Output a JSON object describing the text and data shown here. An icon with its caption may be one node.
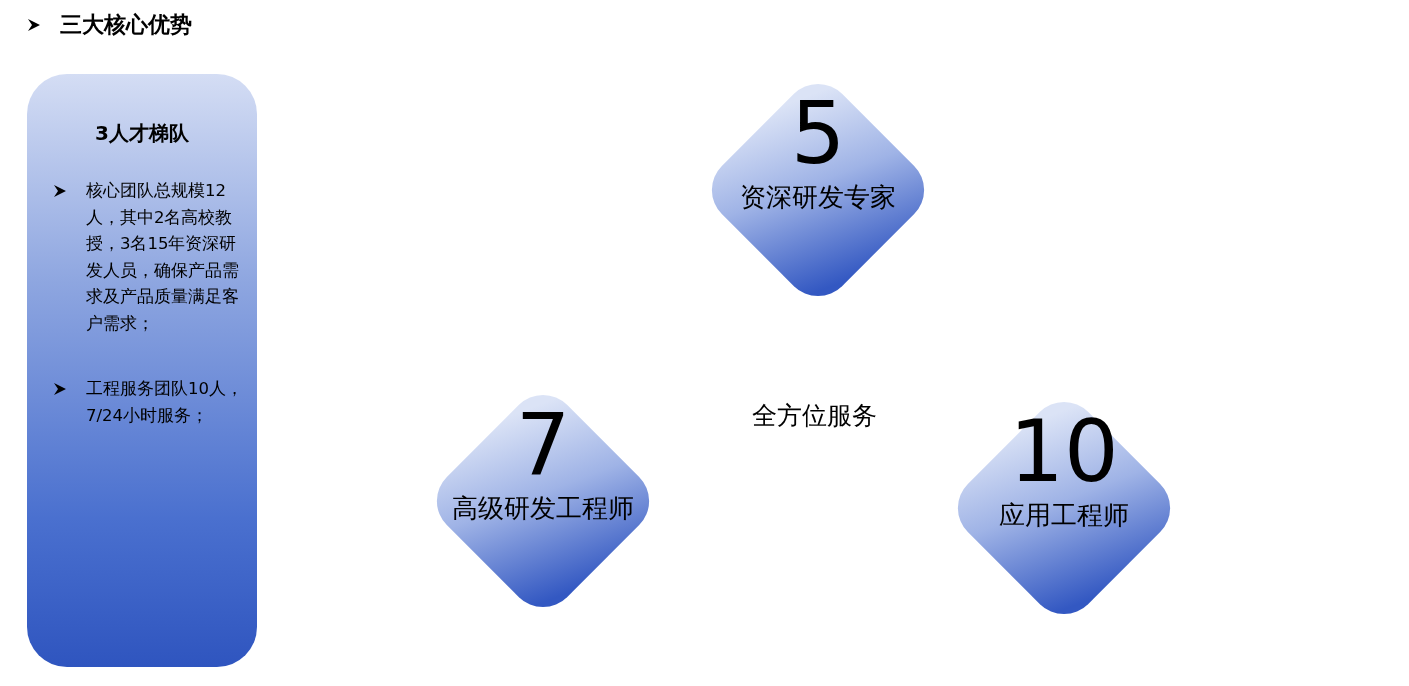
{
  "diagram": {
    "title": "三大核心优势",
    "nodes": [
      {
        "text": [
          "3人才梯队",
          "核心团队总规模12人，其中2名高校教授，3名15年资深研发人员，确保产品需求及产品质量满足客户需求；",
          "工程服务团队10人，7/24小时服务；"
        ]
      },
      {
        "text": [
          "5",
          "资深研发专家"
        ]
      },
      {
        "text": [
          "7",
          "高级研发工程师"
        ]
      },
      {
        "text": [
          "10",
          "应用工程师"
        ]
      }
    ],
    "labels": [
      "全方位服务"
    ]
  }
}
